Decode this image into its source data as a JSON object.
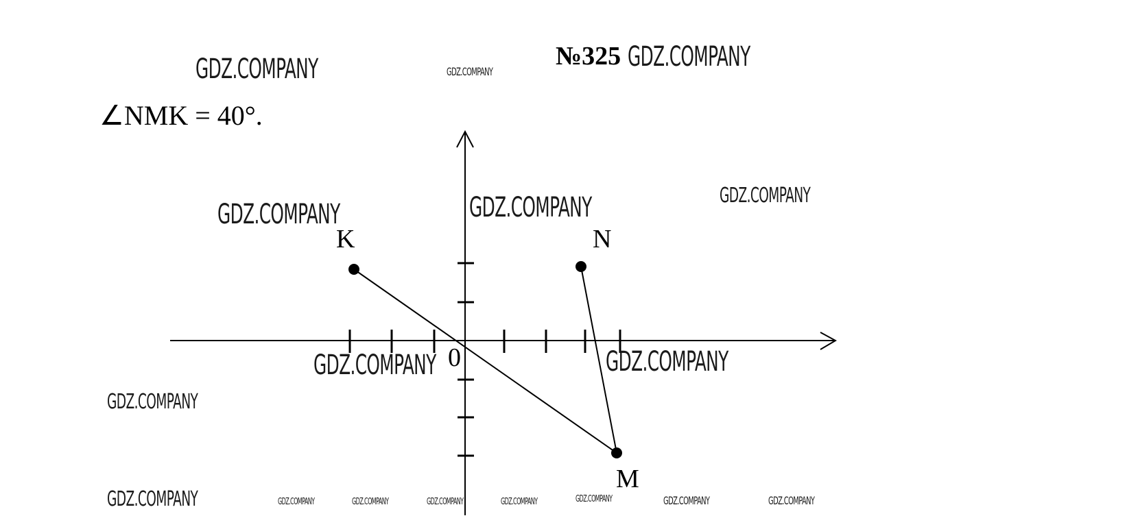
{
  "title": {
    "number": "№325",
    "statement": "∠NMK = 40°."
  },
  "watermark": "GDZ.COMPANY",
  "diagram": {
    "origin_label": "0",
    "points": [
      {
        "label": "K"
      },
      {
        "label": "N"
      },
      {
        "label": "M"
      }
    ],
    "segments": [
      {
        "from": "K",
        "to": "M"
      },
      {
        "from": "N",
        "to": "M"
      }
    ]
  }
}
